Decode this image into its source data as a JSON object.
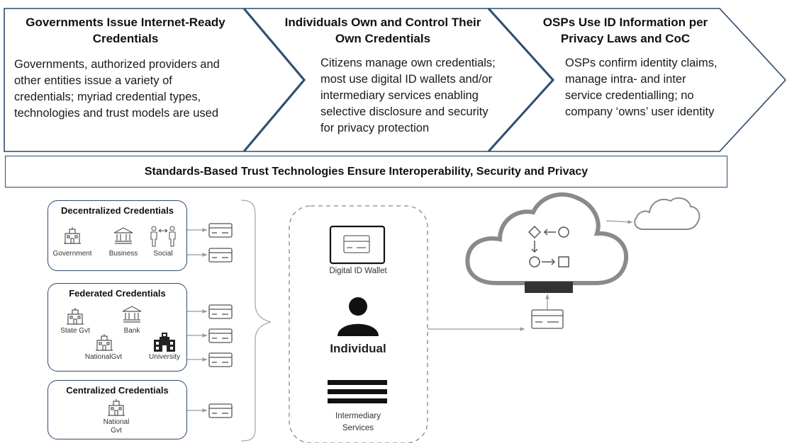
{
  "chevrons": [
    {
      "title_line1": "Governments Issue Internet-Ready",
      "title_line2": "Credentials",
      "body": [
        "Governments, authorized providers and",
        "other entities issue a variety of",
        "credentials; myriad credential types,",
        "technologies and trust models are used"
      ]
    },
    {
      "title_line1": "Individuals Own and Control Their",
      "title_line2": "Own Credentials",
      "body": [
        "Citizens manage own credentials;",
        "most use digital ID wallets and/or",
        "intermediary services enabling",
        "selective disclosure and security",
        "for privacy protection"
      ]
    },
    {
      "title_line1": "OSPs Use ID Information per",
      "title_line2": "Privacy Laws and CoC",
      "body": [
        "OSPs confirm identity claims,",
        "manage intra- and inter",
        "service credentialling; no",
        "company ‘owns’ user identity"
      ]
    }
  ],
  "banner": "Standards-Based Trust Technologies Ensure Interoperability, Security and Privacy",
  "decentralized": {
    "title": "Decentralized Credentials",
    "items": [
      "Government",
      "Business",
      "Social"
    ]
  },
  "federated": {
    "title": "Federated Credentials",
    "items": [
      "State Gvt",
      "Bank",
      "NationalGvt",
      "University"
    ]
  },
  "centralized": {
    "title": "Centralized Credentials",
    "items": [
      "National",
      "Gvt"
    ]
  },
  "middle": {
    "wallet": "Digital ID Wallet",
    "individual": "Individual",
    "intermediary_line1": "Intermediary",
    "intermediary_line2": "Services"
  },
  "icons": {
    "chevron": "chevron-arrow",
    "government": "government-building-icon",
    "business": "bank-building-icon",
    "social": "people-exchange-icon",
    "card": "credential-card-icon",
    "wallet": "tablet-wallet-icon",
    "person": "person-icon",
    "services": "stacked-bars-icon",
    "cloud": "cloud-icon"
  },
  "colors": {
    "border": "#2d4a6e",
    "icon": "#555555",
    "cloud": "#8a8a8a",
    "dark": "#1a1a1a"
  }
}
